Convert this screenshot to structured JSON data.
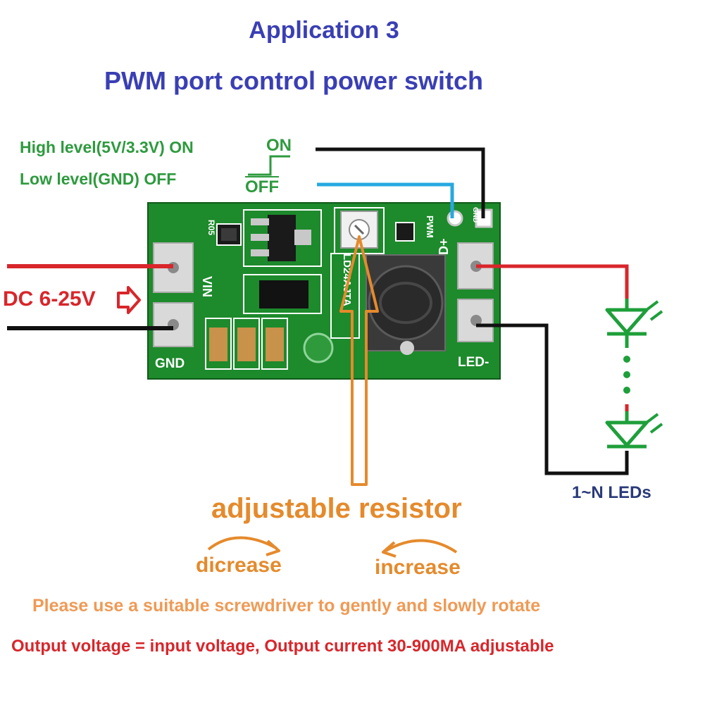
{
  "title": "Application 3",
  "subtitle": "PWM port control power switch",
  "signal": {
    "high_label": "High level(5V/3.3V) ON",
    "low_label": "Low level(GND) OFF",
    "on": "ON",
    "off": "OFF"
  },
  "input_label": "DC 6-25V",
  "board": {
    "pin_vin": "VIN",
    "pin_gnd": "GND",
    "pin_pwm": "PWM",
    "pin_gnd_small": "GND",
    "pin_dplus": "D+",
    "pin_led_minus": "LED-",
    "chip_label": "LD24AJTA",
    "res_label": "R05"
  },
  "leds_label": "1~N LEDs",
  "adjustable_label": "adjustable resistor",
  "decrease_label": "dicrease",
  "increase_label": "increase",
  "note": "Please use a suitable screwdriver to gently and slowly rotate",
  "output_note": "Output voltage = input voltage, Output current 30-900MA adjustable",
  "colors": {
    "blue": "#3a3fb4",
    "green": "#2e9a3e",
    "red": "#d8262b",
    "navy": "#2a3a7a",
    "orange": "#e58a2c",
    "light_orange": "#ef9a55",
    "pcb": "#1d8a2c",
    "wire_blue": "#28a8e0",
    "led_green": "#1e9f3a"
  }
}
